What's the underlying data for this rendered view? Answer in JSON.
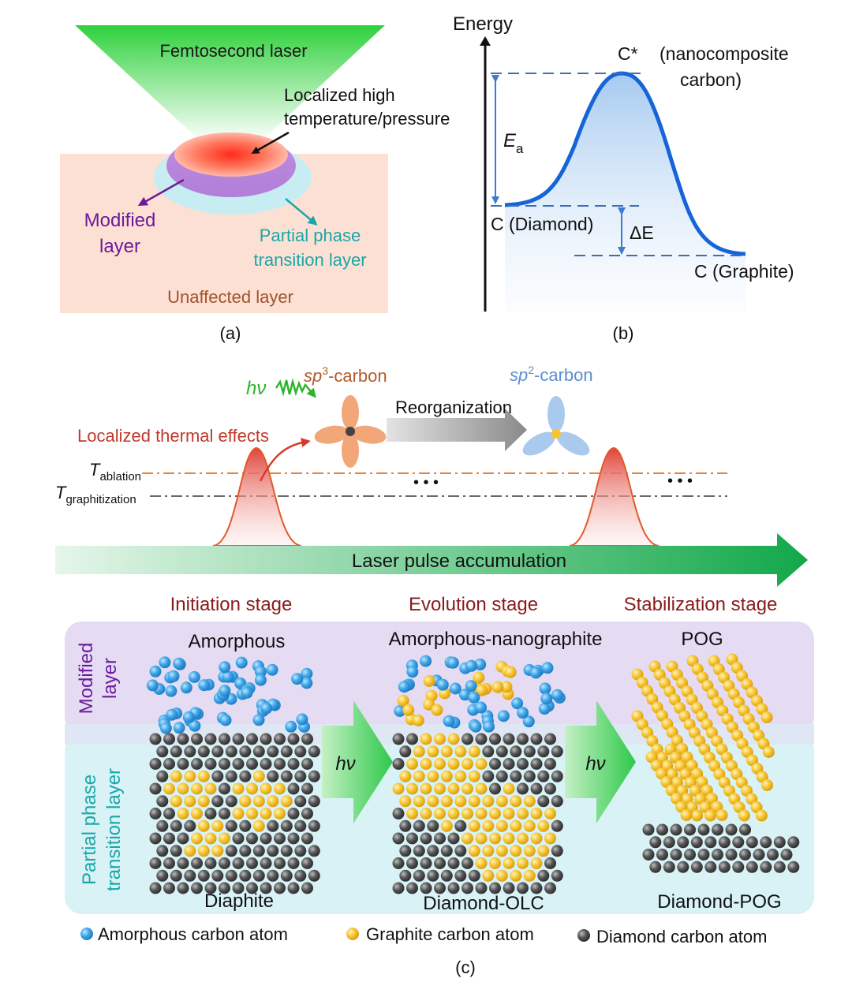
{
  "panel_a": {
    "laser": "Femtosecond laser",
    "hot_line1": "Localized high",
    "hot_line2": "temperature/pressure",
    "modified_line1": "Modified",
    "modified_line2": "layer",
    "partial_line1": "Partial phase",
    "partial_line2": "transition layer",
    "unaffected": "Unaffected layer",
    "caption": "(a)"
  },
  "panel_b": {
    "energy": "Energy",
    "peak_line1": "C*",
    "peak_line2": "(nanocomposite",
    "peak_line3": "carbon)",
    "ea_main": "E",
    "ea_sub": "a",
    "diamond": "C (Diamond)",
    "delta_e": "ΔE",
    "graphite": "C (Graphite)",
    "caption": "(b)"
  },
  "panel_c": {
    "hv": "hν",
    "sp3_pre": "sp",
    "sp3_sup": "3",
    "sp3_post": "-carbon",
    "sp2_pre": "sp",
    "sp2_sup": "2",
    "sp2_post": "-carbon",
    "reorganization": "Reorganization",
    "thermal": "Localized thermal effects",
    "t_ablation_main": "T",
    "t_ablation_sub": "ablation",
    "t_graph_main": "T",
    "t_graph_sub": "graphitization",
    "dots": "• • •",
    "pulse": "Laser pulse accumulation",
    "stage1": "Initiation stage",
    "stage2": "Evolution stage",
    "stage3": "Stabilization stage",
    "modified_line1": "Modified",
    "modified_line2": "layer",
    "partial_line1": "Partial phase",
    "partial_line2": "transition layer",
    "top1": "Amorphous",
    "top2": "Amorphous-nanographite",
    "top3": "POG",
    "bottom1": "Diaphite",
    "bottom2": "Diamond-OLC",
    "bottom3": "Diamond-POG",
    "arrow_hv": "hν",
    "legend_amorphous": "Amorphous carbon atom",
    "legend_graphite": "Graphite carbon atom",
    "legend_diamond": "Diamond carbon atom",
    "caption": "(c)"
  },
  "colors": {
    "laser_green": "#2fd13c",
    "hot_red": "#ff3b2a",
    "modified_purple": "#6a1b9a",
    "partial_teal": "#1aa7a8",
    "unaffected_brown": "#a0522d",
    "curve_blue": "#1565d8",
    "stage_red": "#8b1a1a",
    "amorphous_blue": "#3ea6e8",
    "graphite_yellow": "#f8c530",
    "diamond_gray": "#555555"
  }
}
